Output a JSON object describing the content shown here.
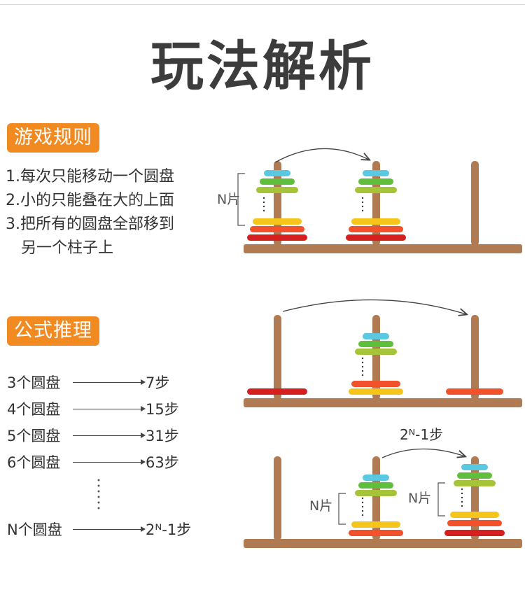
{
  "title": "玩法解析",
  "sections": {
    "rules": {
      "badge": "游戏规则",
      "items": [
        "1.每次只能移动一个圆盘",
        "2.小的只能叠在大的上面",
        "3.把所有的圆盘全部移到",
        "另一个柱子上"
      ]
    },
    "formula": {
      "badge": "公式推理",
      "rows": [
        {
          "label": "3个圆盘",
          "result": "7步"
        },
        {
          "label": "4个圆盘",
          "result": "15步"
        },
        {
          "label": "5个圆盘",
          "result": "31步"
        },
        {
          "label": "6个圆盘",
          "result": "63步"
        },
        {
          "label": "N个圆盘",
          "result": "2ᴺ-1步"
        }
      ]
    }
  },
  "diagram": {
    "n_label": "N片",
    "step_label": "2ᴺ-1步",
    "colors": {
      "wood": "#b07a52",
      "cyan": "#5ac8e0",
      "green": "#5fbf3c",
      "lime": "#a6c43a",
      "yellow": "#f5c51c",
      "orange": "#f58a1f",
      "red_orange": "#f2522b",
      "red": "#d61f1f"
    }
  }
}
